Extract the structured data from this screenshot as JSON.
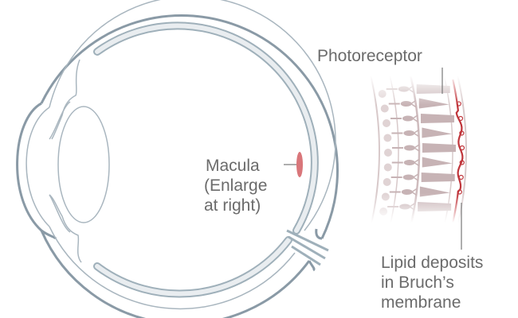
{
  "labels": {
    "photoreceptor": "Photoreceptor",
    "macula": [
      "Macula",
      "(Enlarge",
      "at right)"
    ],
    "lipid": [
      "Lipid deposits",
      "in Bruch’s",
      "membrane"
    ]
  },
  "colors": {
    "eye_outline": "#8a9aa6",
    "retina_fill": "#e9edf0",
    "macula": "#d9767a",
    "cell": "#c7b3b5",
    "bruch": "#c0353b",
    "text": "#6b6b6b"
  },
  "rows": 9
}
